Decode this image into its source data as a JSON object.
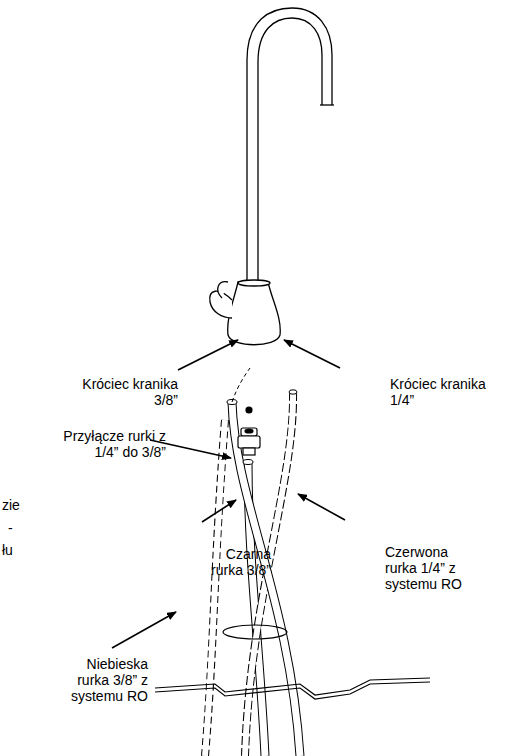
{
  "diagram": {
    "labels": [
      "Króciec kranika 3/8”",
      "Króciec kranika 1/4”",
      "Przyłącze rurki z 1/4” do 3/8”",
      "Czarna rurka 3/8”",
      "Czerwona rurka 1/4” z systemu RO",
      "Niebieska rurka 3/8” z systemu RO",
      "zie",
      "-",
      "łu"
    ]
  }
}
